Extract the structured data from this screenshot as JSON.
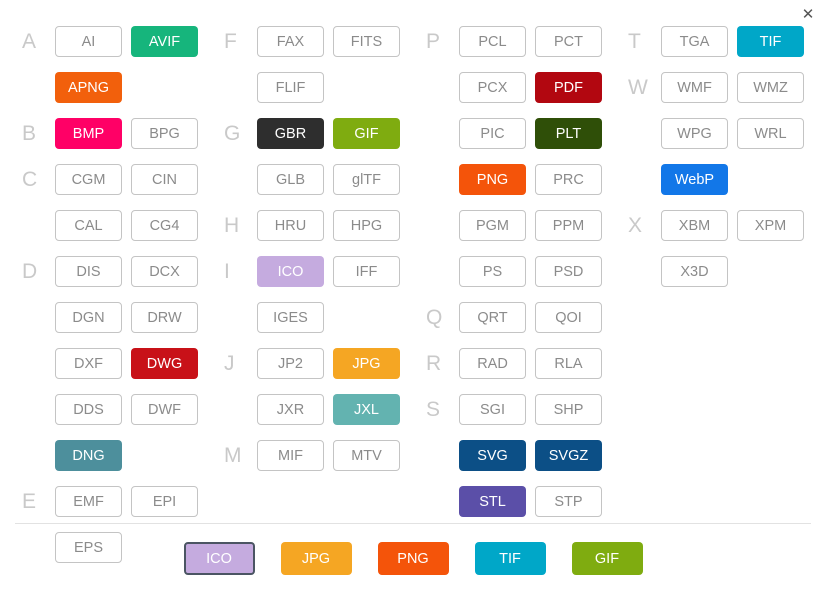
{
  "window": {
    "close_label": "✕"
  },
  "colors": {
    "default_bg": "#ffffff",
    "default_border": "#c4c4c4",
    "default_text": "#8b8b8b",
    "letter_label": "#c9c9c9",
    "divider": "#e2e2e2",
    "selected_outline": "#4b5563"
  },
  "format_board": {
    "columns": [
      {
        "groups": [
          {
            "letter": "A",
            "rows": [
              [
                {
                  "label": "AI",
                  "bg": null,
                  "fg": null
                },
                {
                  "label": "AVIF",
                  "bg": "#16b57c",
                  "fg": "#ffffff"
                }
              ],
              [
                {
                  "label": "APNG",
                  "bg": "#f2600c",
                  "fg": "#ffffff"
                },
                {
                  "label": "",
                  "spacer": true
                }
              ]
            ]
          },
          {
            "letter": "B",
            "rows": [
              [
                {
                  "label": "BMP",
                  "bg": "#ff0066",
                  "fg": "#ffffff"
                },
                {
                  "label": "BPG",
                  "bg": null,
                  "fg": null
                }
              ]
            ]
          },
          {
            "letter": "C",
            "rows": [
              [
                {
                  "label": "CGM",
                  "bg": null,
                  "fg": null
                },
                {
                  "label": "CIN",
                  "bg": null,
                  "fg": null
                }
              ],
              [
                {
                  "label": "CAL",
                  "bg": null,
                  "fg": null
                },
                {
                  "label": "CG4",
                  "bg": null,
                  "fg": null
                }
              ]
            ]
          },
          {
            "letter": "D",
            "rows": [
              [
                {
                  "label": "DIS",
                  "bg": null,
                  "fg": null
                },
                {
                  "label": "DCX",
                  "bg": null,
                  "fg": null
                }
              ],
              [
                {
                  "label": "DGN",
                  "bg": null,
                  "fg": null
                },
                {
                  "label": "DRW",
                  "bg": null,
                  "fg": null
                }
              ],
              [
                {
                  "label": "DXF",
                  "bg": null,
                  "fg": null
                },
                {
                  "label": "DWG",
                  "bg": "#c81118",
                  "fg": "#ffffff"
                }
              ],
              [
                {
                  "label": "DDS",
                  "bg": null,
                  "fg": null
                },
                {
                  "label": "DWF",
                  "bg": null,
                  "fg": null
                }
              ],
              [
                {
                  "label": "DNG",
                  "bg": "#4d8f9c",
                  "fg": "#ffffff"
                },
                {
                  "label": "",
                  "spacer": true
                }
              ]
            ]
          },
          {
            "letter": "E",
            "rows": [
              [
                {
                  "label": "EMF",
                  "bg": null,
                  "fg": null
                },
                {
                  "label": "EPI",
                  "bg": null,
                  "fg": null
                }
              ],
              [
                {
                  "label": "EPS",
                  "bg": null,
                  "fg": null
                },
                {
                  "label": "",
                  "spacer": true
                }
              ]
            ]
          }
        ]
      },
      {
        "groups": [
          {
            "letter": "F",
            "rows": [
              [
                {
                  "label": "FAX",
                  "bg": null,
                  "fg": null
                },
                {
                  "label": "FITS",
                  "bg": null,
                  "fg": null
                }
              ],
              [
                {
                  "label": "FLIF",
                  "bg": null,
                  "fg": null
                },
                {
                  "label": "",
                  "spacer": true
                }
              ]
            ]
          },
          {
            "letter": "G",
            "rows": [
              [
                {
                  "label": "GBR",
                  "bg": "#2e2e2e",
                  "fg": "#ffffff"
                },
                {
                  "label": "GIF",
                  "bg": "#7fac10",
                  "fg": "#ffffff"
                }
              ],
              [
                {
                  "label": "GLB",
                  "bg": null,
                  "fg": null
                },
                {
                  "label": "glTF",
                  "bg": null,
                  "fg": null
                }
              ]
            ]
          },
          {
            "letter": "H",
            "rows": [
              [
                {
                  "label": "HRU",
                  "bg": null,
                  "fg": null
                },
                {
                  "label": "HPG",
                  "bg": null,
                  "fg": null
                }
              ]
            ]
          },
          {
            "letter": "I",
            "rows": [
              [
                {
                  "label": "ICO",
                  "bg": "#c5abdf",
                  "fg": "#ffffff"
                },
                {
                  "label": "IFF",
                  "bg": null,
                  "fg": null
                }
              ],
              [
                {
                  "label": "IGES",
                  "bg": null,
                  "fg": null
                },
                {
                  "label": "",
                  "spacer": true
                }
              ]
            ]
          },
          {
            "letter": "J",
            "rows": [
              [
                {
                  "label": "JP2",
                  "bg": null,
                  "fg": null
                },
                {
                  "label": "JPG",
                  "bg": "#f5a623",
                  "fg": "#ffffff"
                }
              ],
              [
                {
                  "label": "JXR",
                  "bg": null,
                  "fg": null
                },
                {
                  "label": "JXL",
                  "bg": "#63b3b0",
                  "fg": "#ffffff"
                }
              ]
            ]
          },
          {
            "letter": "M",
            "rows": [
              [
                {
                  "label": "MIF",
                  "bg": null,
                  "fg": null
                },
                {
                  "label": "MTV",
                  "bg": null,
                  "fg": null
                }
              ]
            ]
          }
        ]
      },
      {
        "groups": [
          {
            "letter": "P",
            "rows": [
              [
                {
                  "label": "PCL",
                  "bg": null,
                  "fg": null
                },
                {
                  "label": "PCT",
                  "bg": null,
                  "fg": null
                }
              ],
              [
                {
                  "label": "PCX",
                  "bg": null,
                  "fg": null
                },
                {
                  "label": "PDF",
                  "bg": "#b20710",
                  "fg": "#ffffff"
                }
              ],
              [
                {
                  "label": "PIC",
                  "bg": null,
                  "fg": null
                },
                {
                  "label": "PLT",
                  "bg": "#2f4f08",
                  "fg": "#ffffff"
                }
              ],
              [
                {
                  "label": "PNG",
                  "bg": "#f4540a",
                  "fg": "#ffffff"
                },
                {
                  "label": "PRC",
                  "bg": null,
                  "fg": null
                }
              ],
              [
                {
                  "label": "PGM",
                  "bg": null,
                  "fg": null
                },
                {
                  "label": "PPM",
                  "bg": null,
                  "fg": null
                }
              ],
              [
                {
                  "label": "PS",
                  "bg": null,
                  "fg": null
                },
                {
                  "label": "PSD",
                  "bg": null,
                  "fg": null
                }
              ]
            ]
          },
          {
            "letter": "Q",
            "rows": [
              [
                {
                  "label": "QRT",
                  "bg": null,
                  "fg": null
                },
                {
                  "label": "QOI",
                  "bg": null,
                  "fg": null
                }
              ]
            ]
          },
          {
            "letter": "R",
            "rows": [
              [
                {
                  "label": "RAD",
                  "bg": null,
                  "fg": null
                },
                {
                  "label": "RLA",
                  "bg": null,
                  "fg": null
                }
              ]
            ]
          },
          {
            "letter": "S",
            "rows": [
              [
                {
                  "label": "SGI",
                  "bg": null,
                  "fg": null
                },
                {
                  "label": "SHP",
                  "bg": null,
                  "fg": null
                }
              ],
              [
                {
                  "label": "SVG",
                  "bg": "#0c4f86",
                  "fg": "#ffffff"
                },
                {
                  "label": "SVGZ",
                  "bg": "#0c4f86",
                  "fg": "#ffffff"
                }
              ],
              [
                {
                  "label": "STL",
                  "bg": "#5b4fa8",
                  "fg": "#ffffff"
                },
                {
                  "label": "STP",
                  "bg": null,
                  "fg": null
                }
              ]
            ]
          }
        ]
      },
      {
        "groups": [
          {
            "letter": "T",
            "rows": [
              [
                {
                  "label": "TGA",
                  "bg": null,
                  "fg": null
                },
                {
                  "label": "TIF",
                  "bg": "#00a7c8",
                  "fg": "#ffffff"
                }
              ]
            ]
          },
          {
            "letter": "W",
            "rows": [
              [
                {
                  "label": "WMF",
                  "bg": null,
                  "fg": null
                },
                {
                  "label": "WMZ",
                  "bg": null,
                  "fg": null
                }
              ],
              [
                {
                  "label": "WPG",
                  "bg": null,
                  "fg": null
                },
                {
                  "label": "WRL",
                  "bg": null,
                  "fg": null
                }
              ],
              [
                {
                  "label": "WebP",
                  "bg": "#1277e8",
                  "fg": "#ffffff"
                },
                {
                  "label": "",
                  "spacer": true
                }
              ]
            ]
          },
          {
            "letter": "X",
            "rows": [
              [
                {
                  "label": "XBM",
                  "bg": null,
                  "fg": null
                },
                {
                  "label": "XPM",
                  "bg": null,
                  "fg": null
                }
              ],
              [
                {
                  "label": "X3D",
                  "bg": null,
                  "fg": null
                },
                {
                  "label": "",
                  "spacer": true
                }
              ]
            ]
          }
        ]
      }
    ]
  },
  "target_bar": {
    "buttons": [
      {
        "label": "ICO",
        "bg": "#c5abdf",
        "fg": "#ffffff",
        "selected": true
      },
      {
        "label": "JPG",
        "bg": "#f5a623",
        "fg": "#ffffff",
        "selected": false
      },
      {
        "label": "PNG",
        "bg": "#f4540a",
        "fg": "#ffffff",
        "selected": false
      },
      {
        "label": "TIF",
        "bg": "#00a7c8",
        "fg": "#ffffff",
        "selected": false
      },
      {
        "label": "GIF",
        "bg": "#7fac10",
        "fg": "#ffffff",
        "selected": false
      }
    ]
  }
}
